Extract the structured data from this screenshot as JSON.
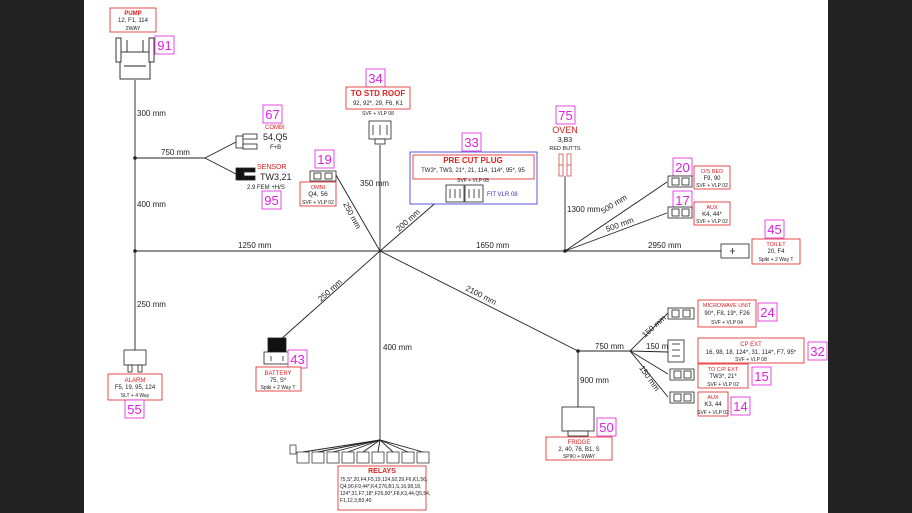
{
  "wire_lengths": {
    "pump_down": "300 mm",
    "left_branch": "750 mm",
    "left_mid": "400 mm",
    "left_low": "250 mm",
    "main_left": "1250 mm",
    "roof": "350 mm",
    "omni": "250 mm",
    "pre_cut": "200 mm",
    "main_mid": "1650 mm",
    "oven": "1300 mm",
    "os_bed": "500 mm",
    "aux17": "500 mm",
    "toilet": "2950 mm",
    "battery": "250 mm",
    "relays": "400 mm",
    "diag": "2100 mm",
    "cp_branch": "750 mm",
    "fridge": "900 mm",
    "mw": "150 mm",
    "cp_ext": "150 mm",
    "to_cp": "150 mm"
  },
  "components": {
    "pump": {
      "title": "PUMP",
      "codes": "12, F1, 114",
      "sub": "2WAY",
      "num": "91"
    },
    "combi": {
      "title": "COMBI",
      "codes": "54,Q5",
      "sub": "F+B",
      "num": "67"
    },
    "sensor": {
      "title": "SENSOR",
      "codes": "TW3,21",
      "sub": "2.9 FEM +H/S",
      "num": "95"
    },
    "roof": {
      "title": "TO STD ROOF",
      "codes": "92, 92*, 29, F6, K1",
      "sub": "SVF + VLP 08",
      "num": "34"
    },
    "omni": {
      "title": "OMNI",
      "codes": "Q4, 56",
      "sub": "SVF + VLP 02",
      "num": "19"
    },
    "precut": {
      "title": "PRE CUT PLUG",
      "codes": "TW3*, TW3, 21*, 21, 114, 114*, 95*, 95",
      "sub": "SVF + VLP 08",
      "fit": "FIT VLR 08",
      "num": "33"
    },
    "oven": {
      "title": "OVEN",
      "codes": "3,B3",
      "sub": "RED BUTTS",
      "num": "75"
    },
    "osbed": {
      "title": "O/S BED",
      "codes": "F9, 90",
      "sub": "SVF + VLP 02",
      "num": "20"
    },
    "aux17": {
      "title": "AUX",
      "codes": "K4, 44*",
      "sub": "SVF + VLP 02",
      "num": "17"
    },
    "toilet": {
      "title": "TOILET",
      "codes": "20, F4",
      "sub": "Spiki + 2 Way T",
      "num": "45"
    },
    "alarm": {
      "title": "ALARM",
      "codes": "F5, 19, 95, 124",
      "sub": "SLT + 4 Way",
      "num": "55"
    },
    "battery": {
      "title": "BATTERY",
      "codes": "75, S*",
      "sub": "Spiki + 2 Way T",
      "num": "43"
    },
    "microwave": {
      "title": "MICROWAVE UNIT",
      "codes": "90*, F8, 19*, F26",
      "sub": "SVF + VLP 04",
      "num": "24"
    },
    "cpext": {
      "title": "CP EXT",
      "codes": "16, 98, 18, 124*, 31, 114*, F7, 95*",
      "sub": "SVF + VLP 08",
      "num": "32"
    },
    "tocp": {
      "title": "TO C/P EXT",
      "codes": "TW3*, 21*",
      "sub": "SVF + VLP 02",
      "num": "15"
    },
    "aux14": {
      "title": "AUX",
      "codes": "K3, 44",
      "sub": "SVF + VLP 02",
      "num": "14"
    },
    "fridge": {
      "title": "FRIDGE",
      "codes": "2, 40, 76, B1, S",
      "sub": "SPIKI + 6WAY",
      "num": "50"
    },
    "relays": {
      "title": "RELAYS",
      "lines": [
        "75,S*,20,F4,F5,19,124,92,29,F6,K1,56,",
        "Q4,90,F9,44*,K4,276,B1,S,16,98,18,",
        "124*,31,F7,18*,F26,90*,F8,K3,44,Q5,54,",
        "F1,12,3,B3,40"
      ]
    }
  }
}
